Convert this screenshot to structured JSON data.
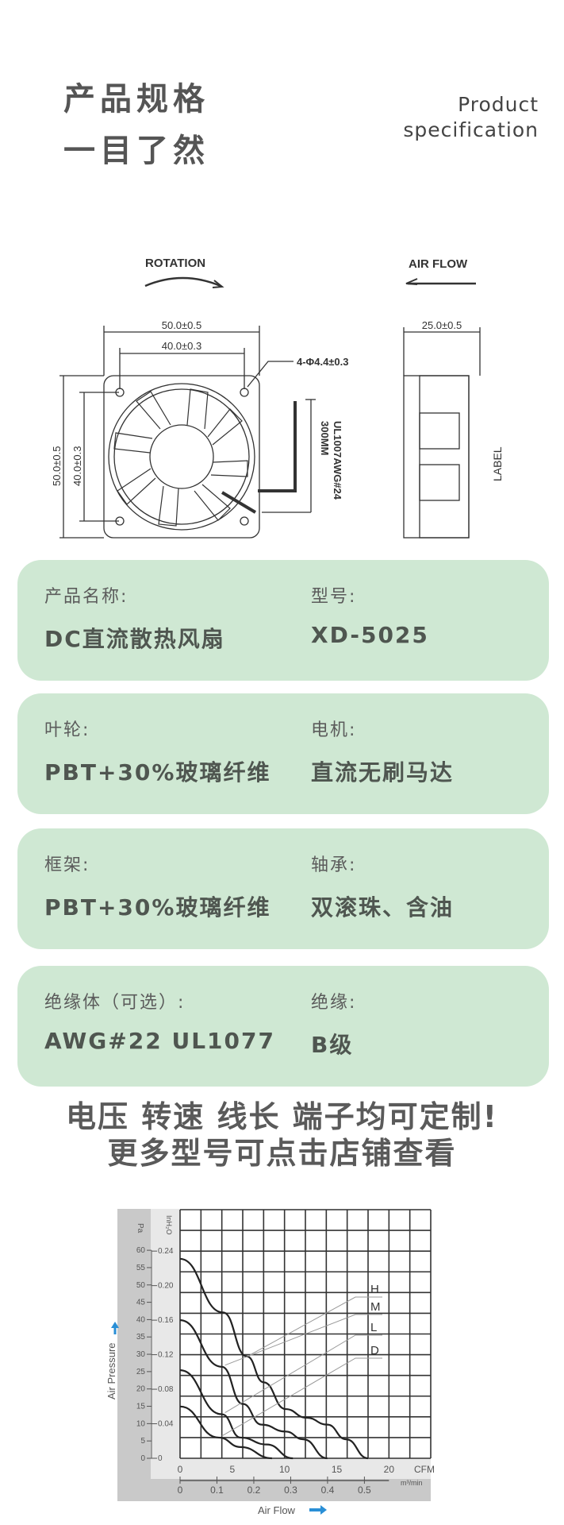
{
  "header": {
    "title_line1": "产品规格",
    "title_line2": "一目了然",
    "subtitle_line1": "Product",
    "subtitle_line2": "specification"
  },
  "drawing": {
    "rotation_label": "ROTATION",
    "airflow_label": "AIR FLOW",
    "dim_width_outer": "50.0±0.5",
    "dim_width_inner": "40.0±0.3",
    "dim_height_outer": "50.0±0.5",
    "dim_height_inner": "40.0±0.3",
    "dim_hole": "4-Φ4.4±0.3",
    "dim_depth": "25.0±0.5",
    "wire_spec": "UL1007AWG#24",
    "wire_length": "300MM",
    "side_label": "LABEL"
  },
  "specs": [
    {
      "left_label": "产品名称:",
      "left_value": "DC直流散热风扇",
      "right_label": "型号:",
      "right_value": "XD-5025"
    },
    {
      "left_label": "叶轮:",
      "left_value": "PBT+30%玻璃纤维",
      "right_label": "电机:",
      "right_value": "直流无刷马达"
    },
    {
      "left_label": "框架:",
      "left_value": "PBT+30%玻璃纤维",
      "right_label": "轴承:",
      "right_value": "双滚珠、含油"
    },
    {
      "left_label": "绝缘体（可选）:",
      "left_value": "AWG#22 UL1077",
      "right_label": "绝缘:",
      "right_value": "B级"
    }
  ],
  "promo": {
    "line1": "电压 转速 线长 端子均可定制!",
    "line2": "更多型号可点击店铺查看"
  },
  "colors": {
    "card_bg": "#cfe8d3",
    "axis_arrow": "#2a8fd6"
  },
  "chart_data": {
    "type": "line",
    "xlabel": "Air Flow",
    "ylabel": "Air Pressure",
    "x_unit": "CFM",
    "x2_unit": "m³/min",
    "y_unit_left": "Pa",
    "y_unit_right": "InH₂O",
    "xlim": [
      0,
      24
    ],
    "ylim_inH2O": [
      0,
      0.288
    ],
    "grid": true,
    "x_ticks": [
      "0",
      "5",
      "10",
      "15",
      "20"
    ],
    "x2_ticks": [
      "0",
      "0.1",
      "0.2",
      "0.3",
      "0.4",
      "0.5"
    ],
    "y_ticks_pa": [
      "0",
      "5",
      "10",
      "15",
      "20",
      "25",
      "30",
      "35",
      "40",
      "45",
      "50",
      "55",
      "60"
    ],
    "y_ticks_inh2o": [
      "0",
      "0.04",
      "0.08",
      "0.12",
      "0.16",
      "0.20",
      "0.24"
    ],
    "series": [
      {
        "name": "H",
        "x": [
          0,
          4.1,
          6.4,
          8.0,
          10.1,
          12.1,
          14.1,
          15.9,
          18.0
        ],
        "y": [
          0.231,
          0.169,
          0.118,
          0.088,
          0.057,
          0.047,
          0.039,
          0.022,
          0
        ]
      },
      {
        "name": "M",
        "x": [
          0,
          4.0,
          6.0,
          7.8,
          10.1,
          11.8,
          14.1
        ],
        "y": [
          0.16,
          0.106,
          0.063,
          0.039,
          0.031,
          0.022,
          0
        ]
      },
      {
        "name": "L",
        "x": [
          0,
          4.0,
          5.8,
          8.3,
          10.8
        ],
        "y": [
          0.102,
          0.051,
          0.024,
          0.016,
          0
        ]
      },
      {
        "name": "D",
        "x": [
          0,
          3.7,
          5.8,
          8.8
        ],
        "y": [
          0.06,
          0.024,
          0.013,
          0
        ]
      }
    ]
  }
}
